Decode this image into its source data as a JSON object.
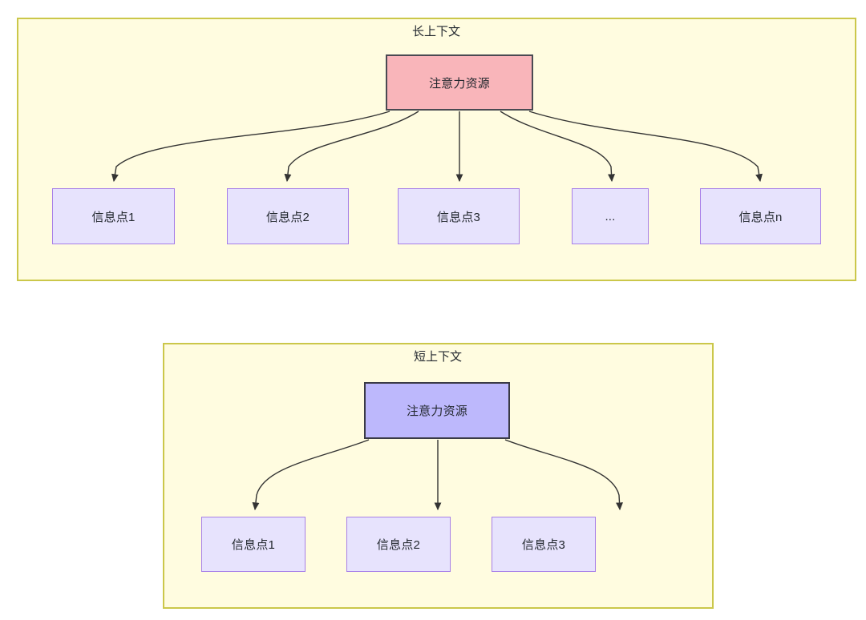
{
  "diagram": {
    "type": "flow-diagram",
    "background": "#ffffff",
    "colors": {
      "group_fill": "#FFFCE0",
      "group_border": "#CBC74A",
      "attention_long_fill": "#F9B5BA",
      "attention_long_border": "#4A4A52",
      "attention_short_fill": "#BDB8FC",
      "attention_short_border": "#3A3A46",
      "info_fill": "#E7E3FD",
      "info_border": "#A77FE8",
      "edge": "#333333",
      "text": "#23282F"
    },
    "groups": [
      {
        "id": "long-context",
        "title": "长上下文",
        "root": {
          "label": "注意力资源"
        },
        "children": [
          {
            "label": "信息点1"
          },
          {
            "label": "信息点2"
          },
          {
            "label": "信息点3"
          },
          {
            "label": "..."
          },
          {
            "label": "信息点n"
          }
        ]
      },
      {
        "id": "short-context",
        "title": "短上下文",
        "root": {
          "label": "注意力资源"
        },
        "children": [
          {
            "label": "信息点1"
          },
          {
            "label": "信息点2"
          },
          {
            "label": "信息点3"
          }
        ]
      }
    ]
  }
}
